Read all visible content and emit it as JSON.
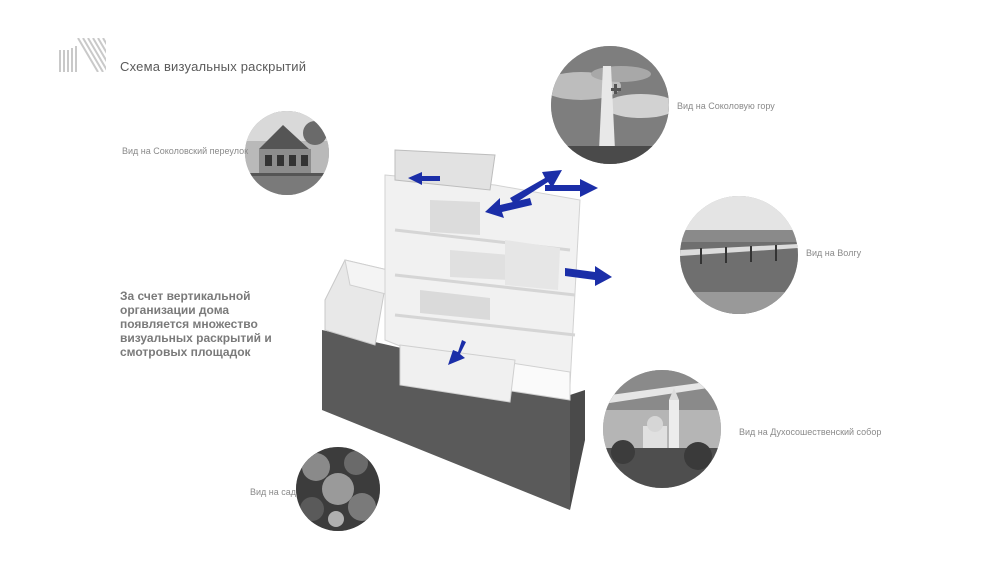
{
  "header": {
    "title": "Схема визуальных раскрытий",
    "logo_icon": "hatched-square-logo"
  },
  "note": {
    "lines": [
      "За счет вертикальной",
      "организации дома",
      "появляется множество",
      "визуальных раскрытий и",
      "смотровых площадок"
    ]
  },
  "views": {
    "sokolovsky_lane": "Вид на Соколовский переулок",
    "sokolova_gora": "Вид на Соколовую гору",
    "volga": "Вид на Волгу",
    "cathedral": "Вид на Духосошественский собор",
    "garden": "Вид на сад"
  },
  "colors": {
    "arrow": "#1b2ea8",
    "text": "#7a7a7a",
    "base": "#5a5a5a"
  }
}
